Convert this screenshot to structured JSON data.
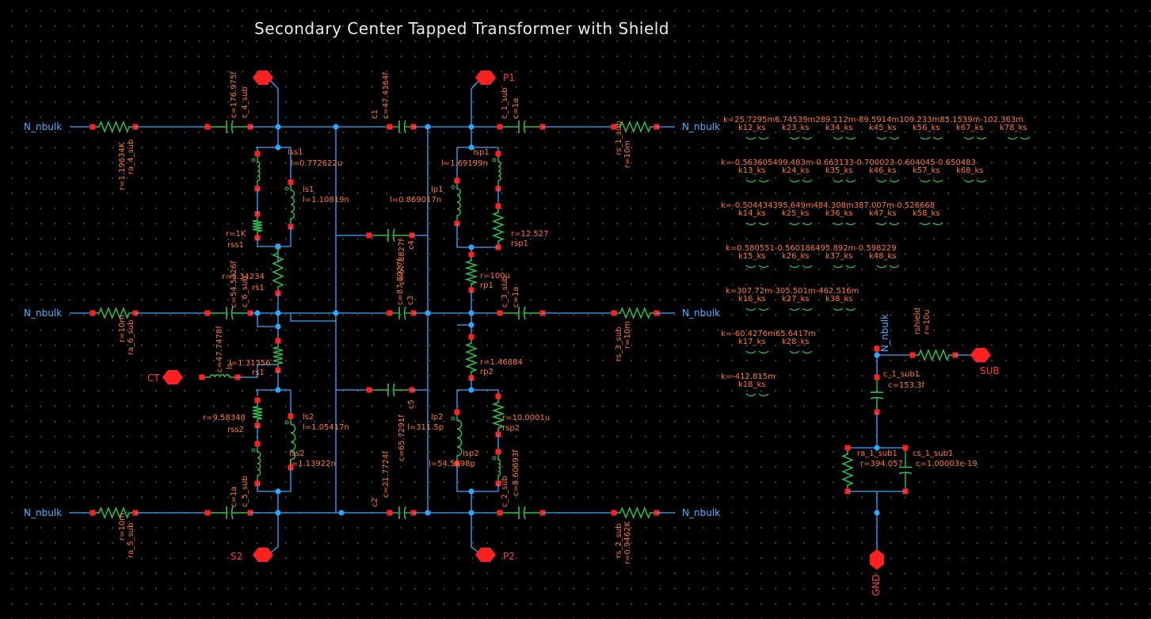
{
  "title": "Secondary Center Tapped Transformer with Shield",
  "colors": {
    "wire": "#3aa7ff",
    "component": "#2fc04a",
    "pin": "#ff2020",
    "label": "#ff7a2a",
    "junction": "#2aa8ff",
    "text": "#e8e8e8"
  },
  "net_labels": {
    "bulk": "N_nbulk"
  },
  "pins": {
    "p1": "P1",
    "p2": "P2",
    "s2": "S2",
    "ct": "CT",
    "sub": "SUB",
    "gnd": "GND"
  },
  "components": {
    "ra4": {
      "value": "r=1.19634K",
      "name": "ra_4_sub"
    },
    "ra6": {
      "value": "r=10m",
      "name": "ra_6_sub"
    },
    "ra5": {
      "value": "r=10m",
      "name": "ra_5_sub"
    },
    "rs1": {
      "value": "r=10m",
      "name": "rs_1_sub"
    },
    "rs3": {
      "value": "r=10m",
      "name": "rs_3_sub"
    },
    "rs2": {
      "value": "r=0.9462K",
      "name": "rs_2_sub"
    },
    "c4sub": {
      "value": "c=176.975f",
      "name": "c_4_sub"
    },
    "c1": {
      "value": "c=47.4364f",
      "name": "c1"
    },
    "c1sub": {
      "value": "c=1a",
      "name": "c_1_sub"
    },
    "c6sub": {
      "value": "c=54.5326f",
      "name": "c_6_sub"
    },
    "c3": {
      "value": "c=87.8027f",
      "name": "c3"
    },
    "c4": {
      "value": "c=67.8827f",
      "name": "c4"
    },
    "c3sub": {
      "value": "c=1a",
      "name": "c_3_sub"
    },
    "c5": {
      "value": "c=65.7291f",
      "name": "c5"
    },
    "c2": {
      "value": "c=21.7724f",
      "name": "c2"
    },
    "c5sub": {
      "value": "c=1a",
      "name": "c_5_sub"
    },
    "c2sub": {
      "value": "c=8.60693f",
      "name": "c_2_sub"
    },
    "lss1": {
      "value": "l=0.772622u",
      "name": "lss1"
    },
    "ls1": {
      "value": "l=1.10819n",
      "name": "ls1"
    },
    "rss1": {
      "value": "r=1K",
      "name": "rss1"
    },
    "rs1r": {
      "value": "r=1.34234",
      "name": "rs1"
    },
    "ls": {
      "value": "l=1.31356",
      "name": "ls"
    },
    "ls47": {
      "value": "c=47.7478f",
      "name": ""
    },
    "rs1b": {
      "value": "",
      "name": "rs1"
    },
    "lsp1": {
      "value": "l=1.69199n",
      "name": "lsp1"
    },
    "lp1": {
      "value": "l=0.869017n",
      "name": "lp1"
    },
    "rsp1": {
      "value": "r=12.527",
      "name": "rsp1"
    },
    "rp1": {
      "value": "r=100u",
      "name": "rp1"
    },
    "rp2": {
      "value": "r=1.46884",
      "name": "rp2"
    },
    "rsp2": {
      "value": "r=10.0001u",
      "name": "rsp2"
    },
    "lp2": {
      "value": "l=311.5p",
      "name": "lp2"
    },
    "lsp2": {
      "value": "l=54.5698p",
      "name": "lsp2"
    },
    "rss2": {
      "value": "r=9.58348",
      "name": "rss2"
    },
    "ls2": {
      "value": "l=1.05417n",
      "name": "ls2"
    },
    "lss2": {
      "value": "l=1.13922n",
      "name": "lss2"
    },
    "rshield": {
      "value": "r=10u",
      "name": "rshield"
    },
    "csub1": {
      "value": "c=153.3f",
      "name": "c_1_sub1"
    },
    "rasub1": {
      "value": "r=394.057",
      "name": "ra_1_sub1"
    },
    "cssub1": {
      "value": "c=1.00003e-19",
      "name": "cs_1_sub1"
    },
    "nbulk_sub": {
      "value": "",
      "name": "N_nbulk"
    }
  },
  "k_rows": [
    {
      "values": "k=25.7295m6.74539m289.112m-89.5914m109.233m85.1539m-102.363m",
      "names": [
        "k12_ks",
        "k23_ks",
        "k34_ks",
        "k45_ks",
        "k56_ks",
        "k67_ks",
        "k78_ks"
      ]
    },
    {
      "values": "k=-0.563605499.483m-0.663133-0.700023-0.604045-0.650483",
      "names": [
        "k13_ks",
        "k24_ks",
        "k35_ks",
        "k46_ks",
        "k57_ks",
        "k68_ks"
      ]
    },
    {
      "values": "k=-0.504434395.649m484.308m387.007m-0.526668",
      "names": [
        "k14_ks",
        "k25_ks",
        "k36_ks",
        "k47_ks",
        "k58_ks"
      ]
    },
    {
      "values": "k=0.580551-0.560186495.892m-0.598229",
      "names": [
        "k15_ks",
        "k26_ks",
        "k37_ks",
        "k48_ks"
      ]
    },
    {
      "values": "k=307.72m-305.501m-462.516m",
      "names": [
        "k16_ks",
        "k27_ks",
        "k38_ks"
      ]
    },
    {
      "values": "k=-60.4276m65.6417m",
      "names": [
        "k17_ks",
        "k28_ks"
      ]
    },
    {
      "values": "k=-412.815m",
      "names": [
        "k18_ks"
      ]
    }
  ]
}
